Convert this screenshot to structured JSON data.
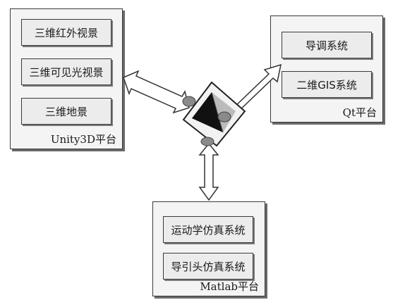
{
  "unity": {
    "platform_label": "Unity3D平台",
    "modules": [
      "三维红外视景",
      "三维可见光视景",
      "三维地景"
    ]
  },
  "qt": {
    "platform_label": "Qt平台",
    "modules": [
      "导调系统",
      "二维GIS系统"
    ]
  },
  "matlab": {
    "platform_label": "Matlab平台",
    "modules": [
      "运动学仿真系统",
      "导引头仿真系统"
    ]
  }
}
